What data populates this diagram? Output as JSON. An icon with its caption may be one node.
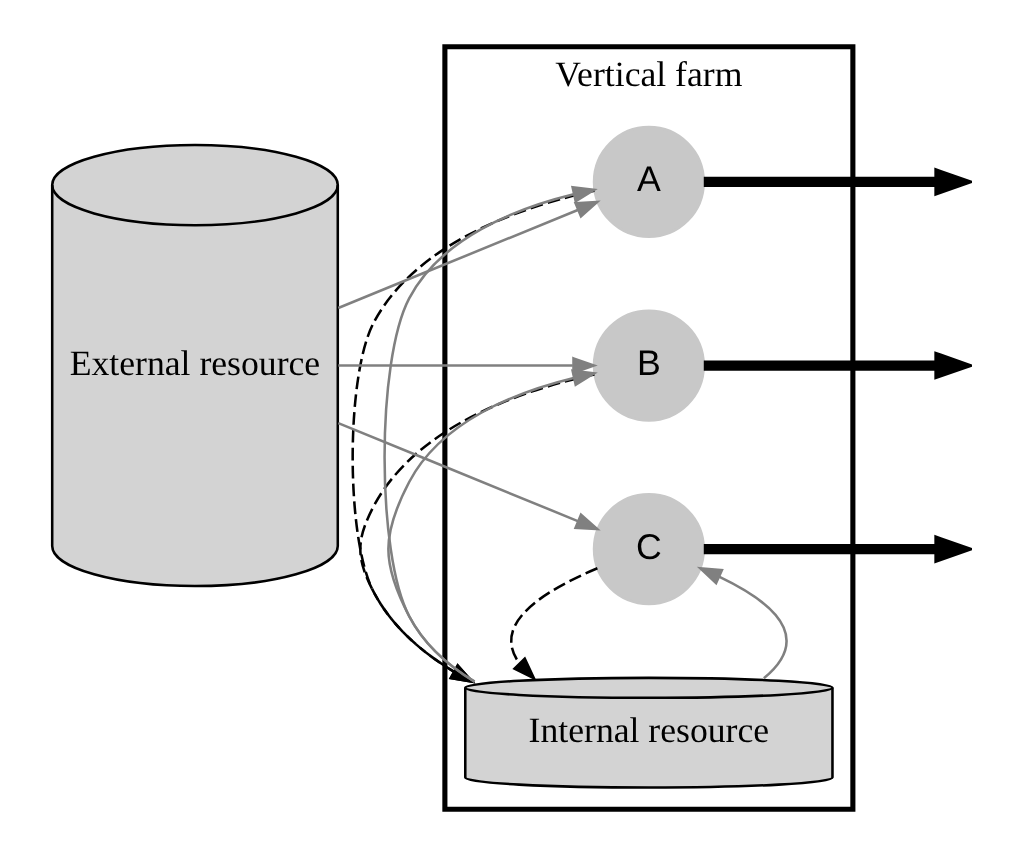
{
  "diagram": {
    "nodes": [
      {
        "text": [
          "Vertical farm"
        ]
      },
      {
        "text": [
          "External resource"
        ]
      },
      {
        "text": [
          "A"
        ],
        "in": 0
      },
      {
        "text": [
          "B"
        ],
        "in": 0
      },
      {
        "text": [
          "C"
        ],
        "in": 0
      },
      {
        "text": [
          "Internal resource"
        ],
        "in": 0
      }
    ],
    "edges": [
      {
        "from": 1,
        "to": 2,
        "arrow": "to",
        "color": "#808080"
      },
      {
        "from": 1,
        "to": 3,
        "arrow": "to",
        "color": "#808080"
      },
      {
        "from": 1,
        "to": 4,
        "arrow": "to",
        "color": "#808080"
      },
      {
        "from": 5,
        "to": 2,
        "arrow": "to",
        "color": "#808080"
      },
      {
        "from": 5,
        "to": 3,
        "arrow": "to",
        "color": "#808080"
      },
      {
        "from": 5,
        "to": 4,
        "arrow": "to",
        "color": "#808080"
      },
      {
        "from": 2,
        "to": 5,
        "arrow": "to",
        "style": "dashed",
        "color": "#000000"
      },
      {
        "from": 3,
        "to": 5,
        "arrow": "to",
        "style": "dashed",
        "color": "#000000"
      },
      {
        "from": 4,
        "to": 5,
        "arrow": "to",
        "style": "dashed",
        "color": "#000000"
      },
      {
        "from": 2,
        "to": null,
        "arrow": "to",
        "style": "thick",
        "color": "#000000"
      },
      {
        "from": 3,
        "to": null,
        "arrow": "to",
        "style": "thick",
        "color": "#000000"
      },
      {
        "from": 4,
        "to": null,
        "arrow": "to",
        "style": "thick",
        "color": "#000000"
      }
    ]
  }
}
